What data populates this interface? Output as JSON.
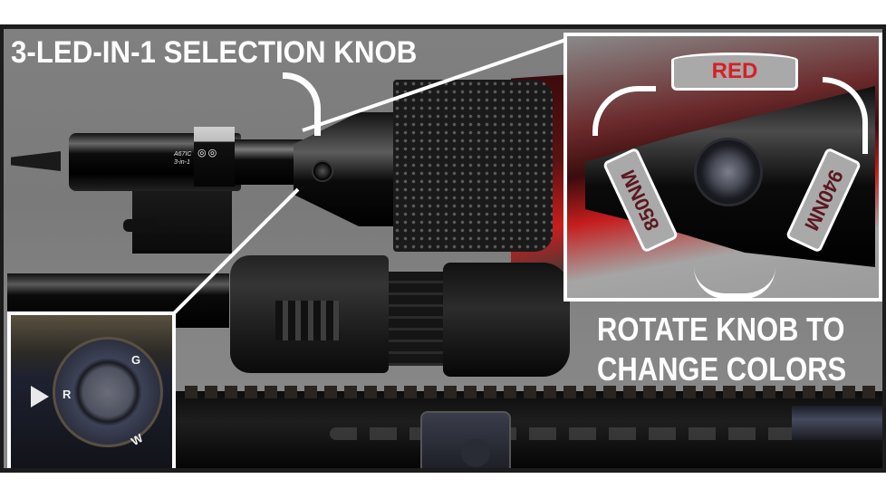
{
  "image": {
    "headline": "3-LED-IN-1 SELECTION KNOB",
    "subheadline_line1": "ROTATE KNOB TO",
    "subheadline_line2": "CHANGE COLORS",
    "flashlight_label_line1": "A67IC",
    "flashlight_label_line2": "3-in-1",
    "inset_right": {
      "labels": [
        {
          "text": "RED",
          "color": "#d81f26"
        },
        {
          "text": "850NM",
          "color": "#5a1820"
        },
        {
          "text": "940NM",
          "color": "#5a1820"
        }
      ]
    },
    "inset_left": {
      "knob_marks": [
        "G",
        "R",
        "W"
      ]
    },
    "colors": {
      "background": "#808080",
      "frame": "#1c1c1c",
      "text": "#ffffff",
      "accent_red": "#c81e1e"
    }
  }
}
